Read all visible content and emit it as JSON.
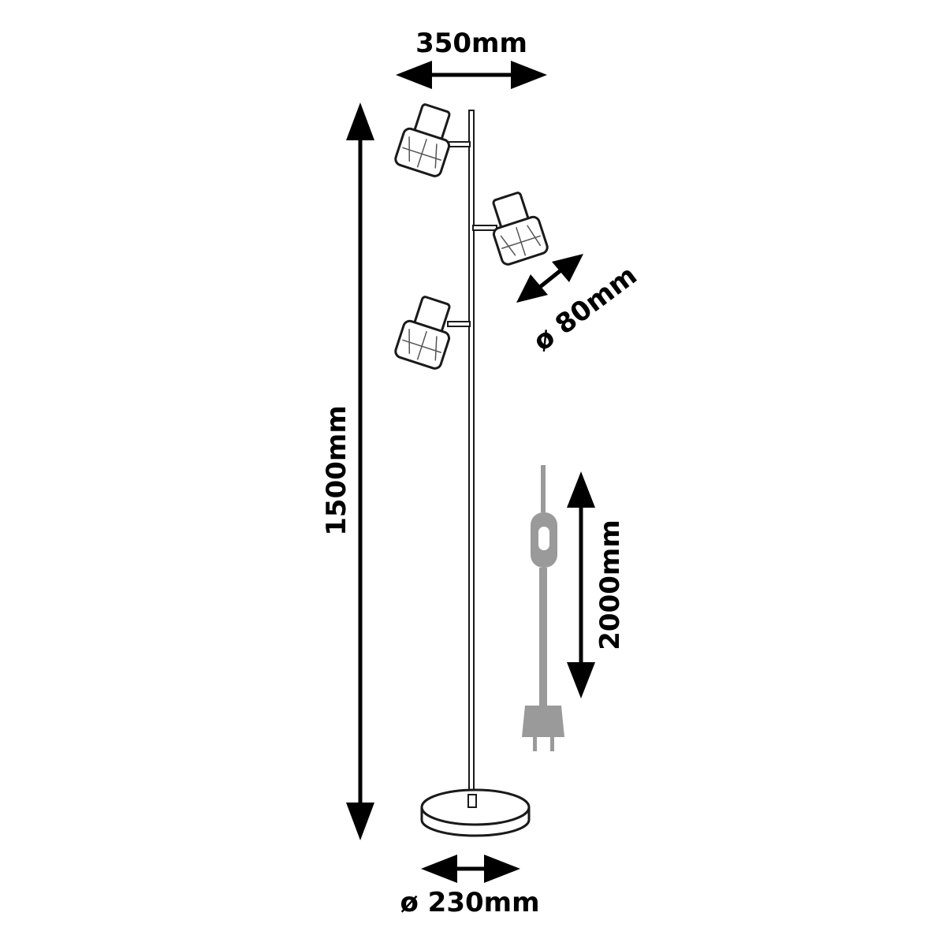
{
  "dimensions": {
    "width": "350mm",
    "height": "1500mm",
    "shade_diameter": "ø 80mm",
    "cable_length": "2000mm",
    "base_diameter": "ø 230mm"
  },
  "colors": {
    "line": "#000000",
    "cable": "#9a9a9a",
    "background": "#ffffff"
  }
}
